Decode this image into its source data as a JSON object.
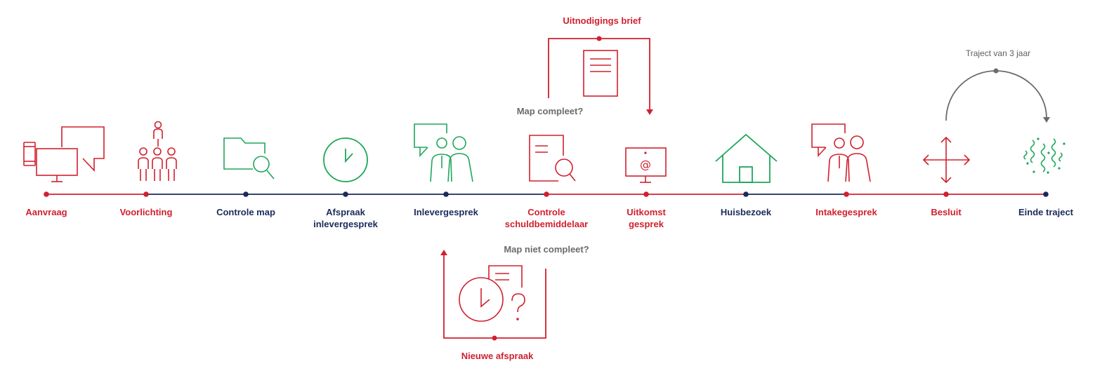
{
  "colors": {
    "red": "#d0202f",
    "navy": "#1b2a5c",
    "green": "#1ea65b",
    "gray": "#6b6b6b"
  },
  "steps": [
    {
      "id": "aanvraag",
      "lines": [
        "Aanvraag"
      ],
      "color": "red",
      "icon": "computer-chat-icon"
    },
    {
      "id": "voorlichting",
      "lines": [
        "Voorlichting"
      ],
      "color": "red",
      "icon": "group-presentation-icon"
    },
    {
      "id": "controle-map",
      "lines": [
        "Controle map"
      ],
      "color": "navy",
      "icon": "folder-search-icon"
    },
    {
      "id": "afspraak",
      "lines": [
        "Afspraak",
        "inlevergesprek"
      ],
      "color": "navy",
      "icon": "clock-icon"
    },
    {
      "id": "inlevergesprek",
      "lines": [
        "Inlevergesprek"
      ],
      "color": "navy",
      "icon": "conversation-icon"
    },
    {
      "id": "controle-schuld",
      "lines": [
        "Controle",
        "schuldbemiddelaar"
      ],
      "color": "red",
      "icon": "document-search-icon"
    },
    {
      "id": "uitkomst",
      "lines": [
        "Uitkomst",
        "gesprek"
      ],
      "color": "red",
      "icon": "monitor-at-icon"
    },
    {
      "id": "huisbezoek",
      "lines": [
        "Huisbezoek"
      ],
      "color": "navy",
      "icon": "house-icon"
    },
    {
      "id": "intakegesprek",
      "lines": [
        "Intakegesprek"
      ],
      "color": "red",
      "icon": "conversation-icon"
    },
    {
      "id": "besluit",
      "lines": [
        "Besluit"
      ],
      "color": "red",
      "icon": "move-arrows-icon"
    },
    {
      "id": "einde",
      "lines": [
        "Einde traject"
      ],
      "color": "navy",
      "icon": "confetti-icon"
    }
  ],
  "branches": {
    "top_title": "Uitnodigings brief",
    "top_question": "Map compleet?",
    "bottom_question": "Map niet compleet?",
    "bottom_title": "Nieuwe afspraak",
    "traject": "Traject van 3 jaar"
  }
}
